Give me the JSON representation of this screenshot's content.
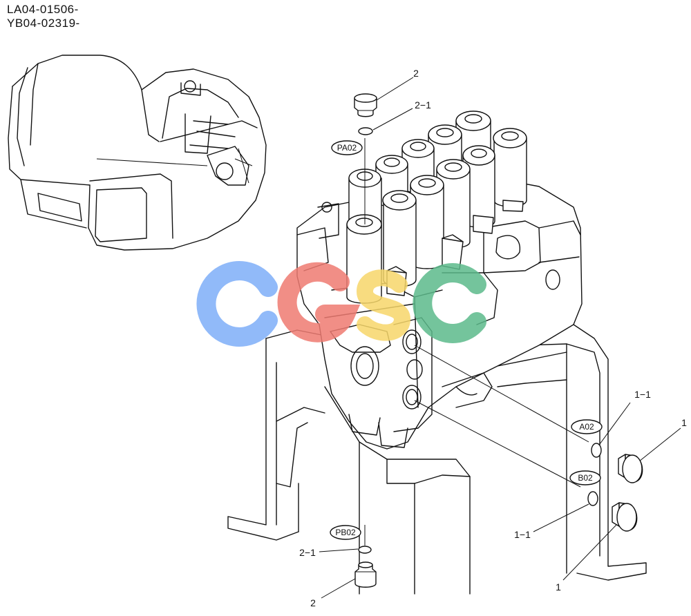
{
  "header": {
    "serial_numbers": [
      "LA04-01506-",
      "YB04-02319-"
    ]
  },
  "callouts": [
    {
      "id": "c-2-top",
      "label": "2"
    },
    {
      "id": "c-2-1-top",
      "label": "2−1"
    },
    {
      "id": "c-1-1-upper",
      "label": "1−1"
    },
    {
      "id": "c-1-upper",
      "label": "1"
    },
    {
      "id": "c-1-1-lower",
      "label": "1−1"
    },
    {
      "id": "c-1-lower",
      "label": "1"
    },
    {
      "id": "c-2-1-bottom",
      "label": "2−1"
    },
    {
      "id": "c-2-bottom",
      "label": "2"
    }
  ],
  "port_tags": [
    {
      "id": "pa02",
      "label": "PA02"
    },
    {
      "id": "a02",
      "label": "A02"
    },
    {
      "id": "b02",
      "label": "B02"
    },
    {
      "id": "pb02",
      "label": "PB02"
    }
  ],
  "watermark": {
    "text": "CGSC",
    "colors": [
      "#7eaef8",
      "#ef7b72",
      "#f7d76a",
      "#5cba8b"
    ]
  }
}
